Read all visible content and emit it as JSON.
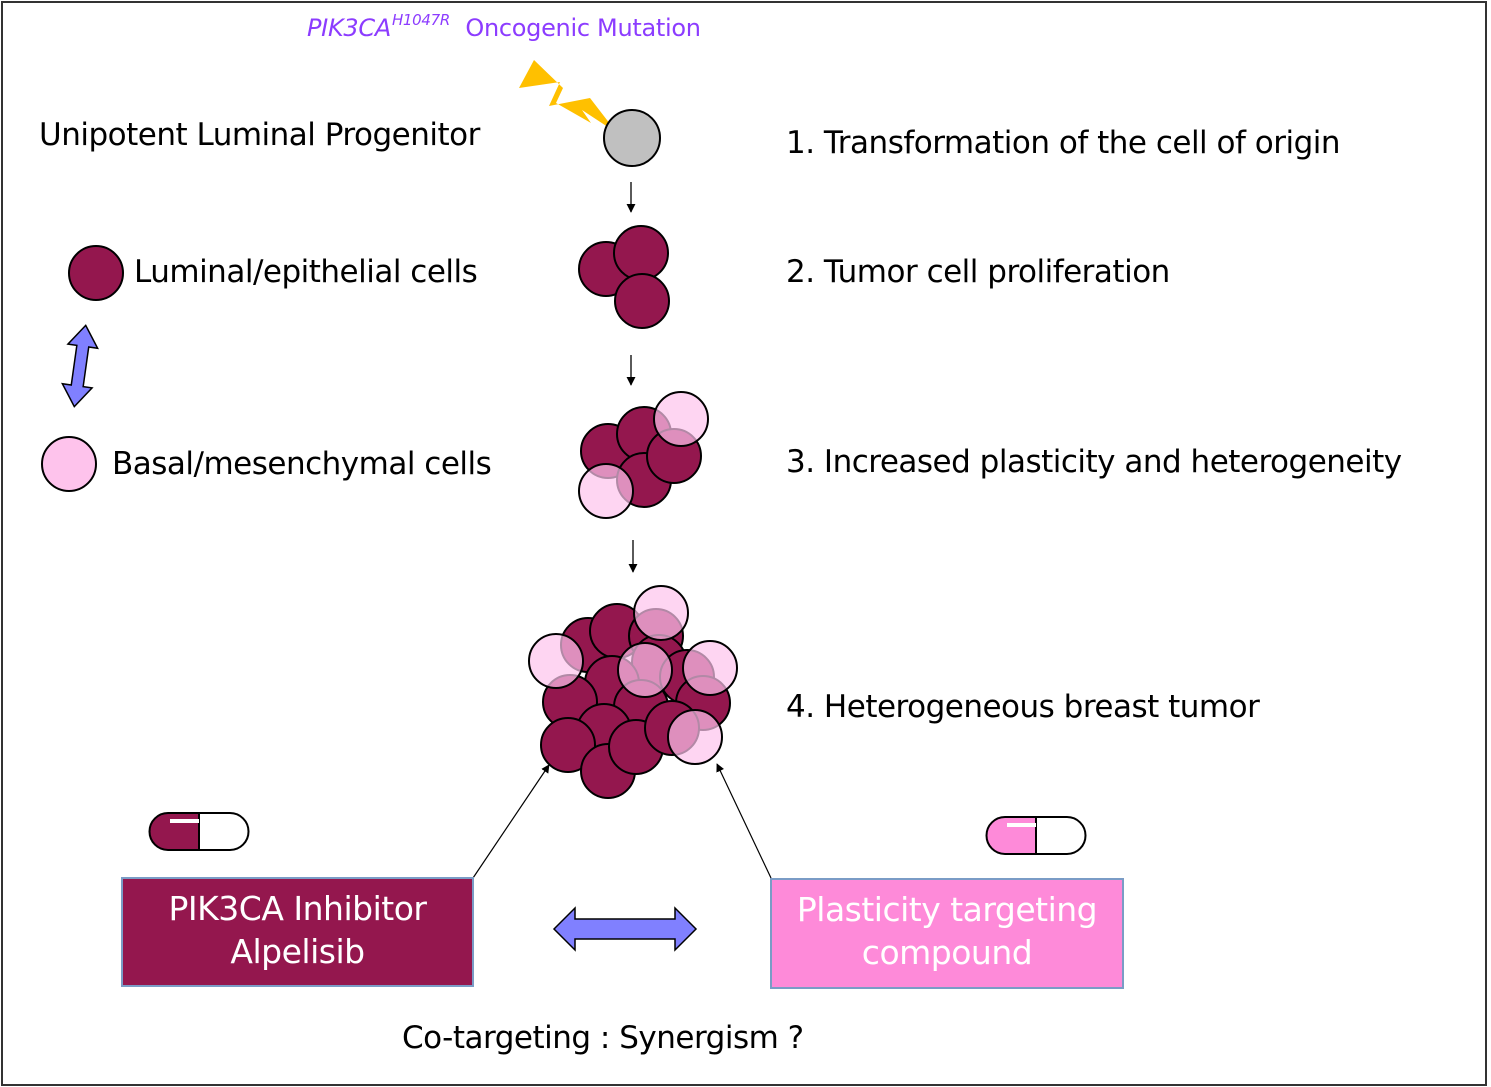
{
  "mutation": {
    "gene": "PIK3CA",
    "variant": "H1047R",
    "label": "Oncogenic Mutation",
    "color": "#8c3cff"
  },
  "cell_of_origin_label": "Unipotent Luminal Progenitor",
  "legend": {
    "luminal": {
      "label": "Luminal/epithelial cells",
      "color": "#94174e"
    },
    "basal": {
      "label": "Basal/mesenchymal cells",
      "color": "#fec3ec"
    },
    "interconversion_icon": "vertical-double-arrow"
  },
  "steps": [
    {
      "label": "1. Transformation of the cell of origin"
    },
    {
      "label": "2. Tumor cell proliferation"
    },
    {
      "label": "3. Increased plasticity and heterogeneity"
    },
    {
      "label": "4. Heterogeneous breast tumor"
    }
  ],
  "therapies": {
    "left": {
      "line1": "PIK3CA Inhibitor",
      "line2": "Alpelisib",
      "color": "#94174e",
      "icon": "pill-capsule"
    },
    "right": {
      "line1": "Plasticity targeting",
      "line2": "compound",
      "color": "#fe8ad9",
      "icon": "pill-capsule"
    },
    "link_icon": "horizontal-double-arrow"
  },
  "conclusion": "Co-targeting : Synergism ?",
  "colors": {
    "progenitor_cell": "#c0c0c0",
    "lightning": "#ffc000",
    "double_arrow": "#8080ff"
  }
}
